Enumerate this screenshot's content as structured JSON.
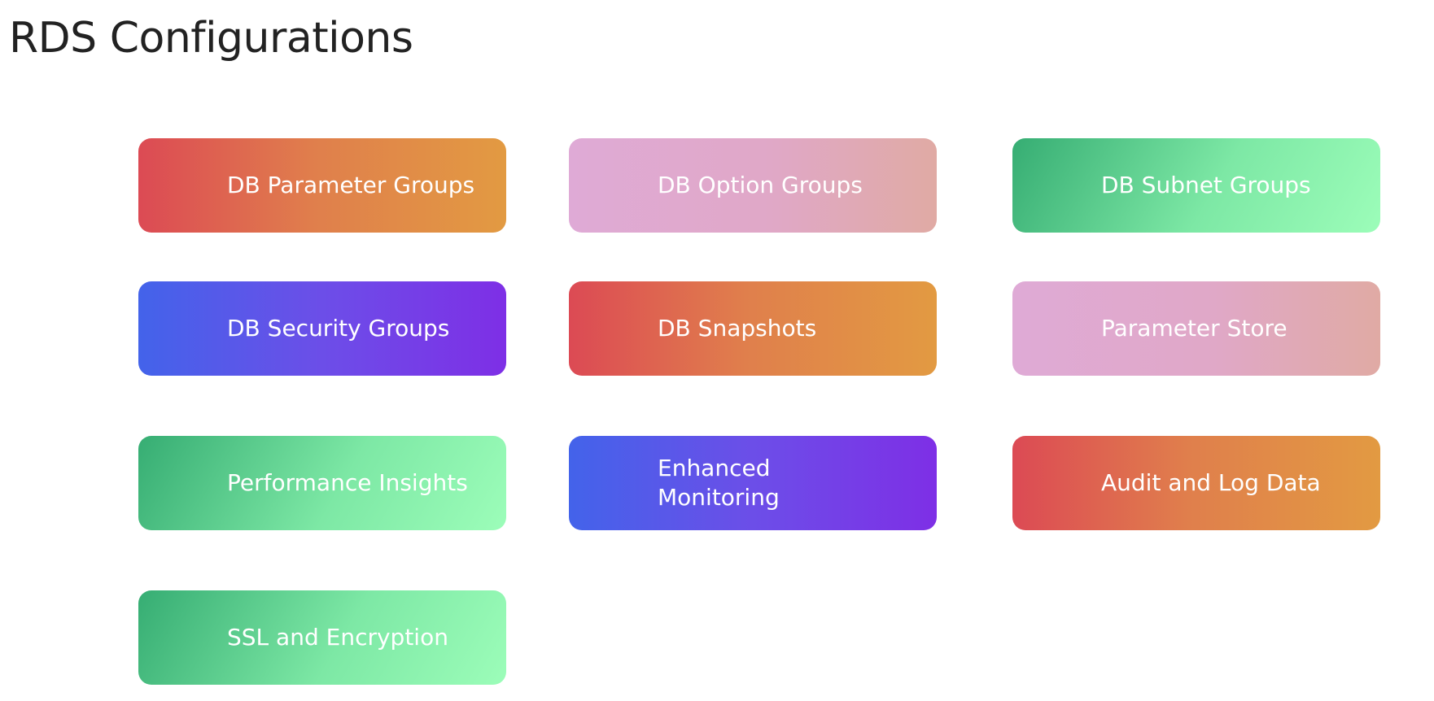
{
  "title": "RDS Configurations",
  "cards": [
    {
      "label": "DB Parameter Groups",
      "gradient": [
        "#dc4a54",
        "#e29a42"
      ]
    },
    {
      "label": "DB Option Groups",
      "gradient": [
        "#dfaad6",
        "#e0aaa4"
      ]
    },
    {
      "label": "DB Subnet Groups",
      "gradient": [
        "#36ad73",
        "#9cfdb9"
      ]
    },
    {
      "label": "DB Security Groups",
      "gradient": [
        "#4363ea",
        "#7e2fe6"
      ]
    },
    {
      "label": "DB Snapshots",
      "gradient": [
        "#dc4a54",
        "#e29a42"
      ]
    },
    {
      "label": "Parameter Store",
      "gradient": [
        "#dfaad6",
        "#e0aaa4"
      ]
    },
    {
      "label": "Performance Insights",
      "gradient": [
        "#36ad73",
        "#9cfdb9"
      ]
    },
    {
      "label": "Enhanced Monitoring",
      "gradient": [
        "#4363ea",
        "#7e2fe6"
      ]
    },
    {
      "label": "Audit and Log Data",
      "gradient": [
        "#dc4a54",
        "#e29a42"
      ]
    },
    {
      "label": "SSL and Encryption",
      "gradient": [
        "#36ad73",
        "#9cfdb9"
      ]
    }
  ]
}
